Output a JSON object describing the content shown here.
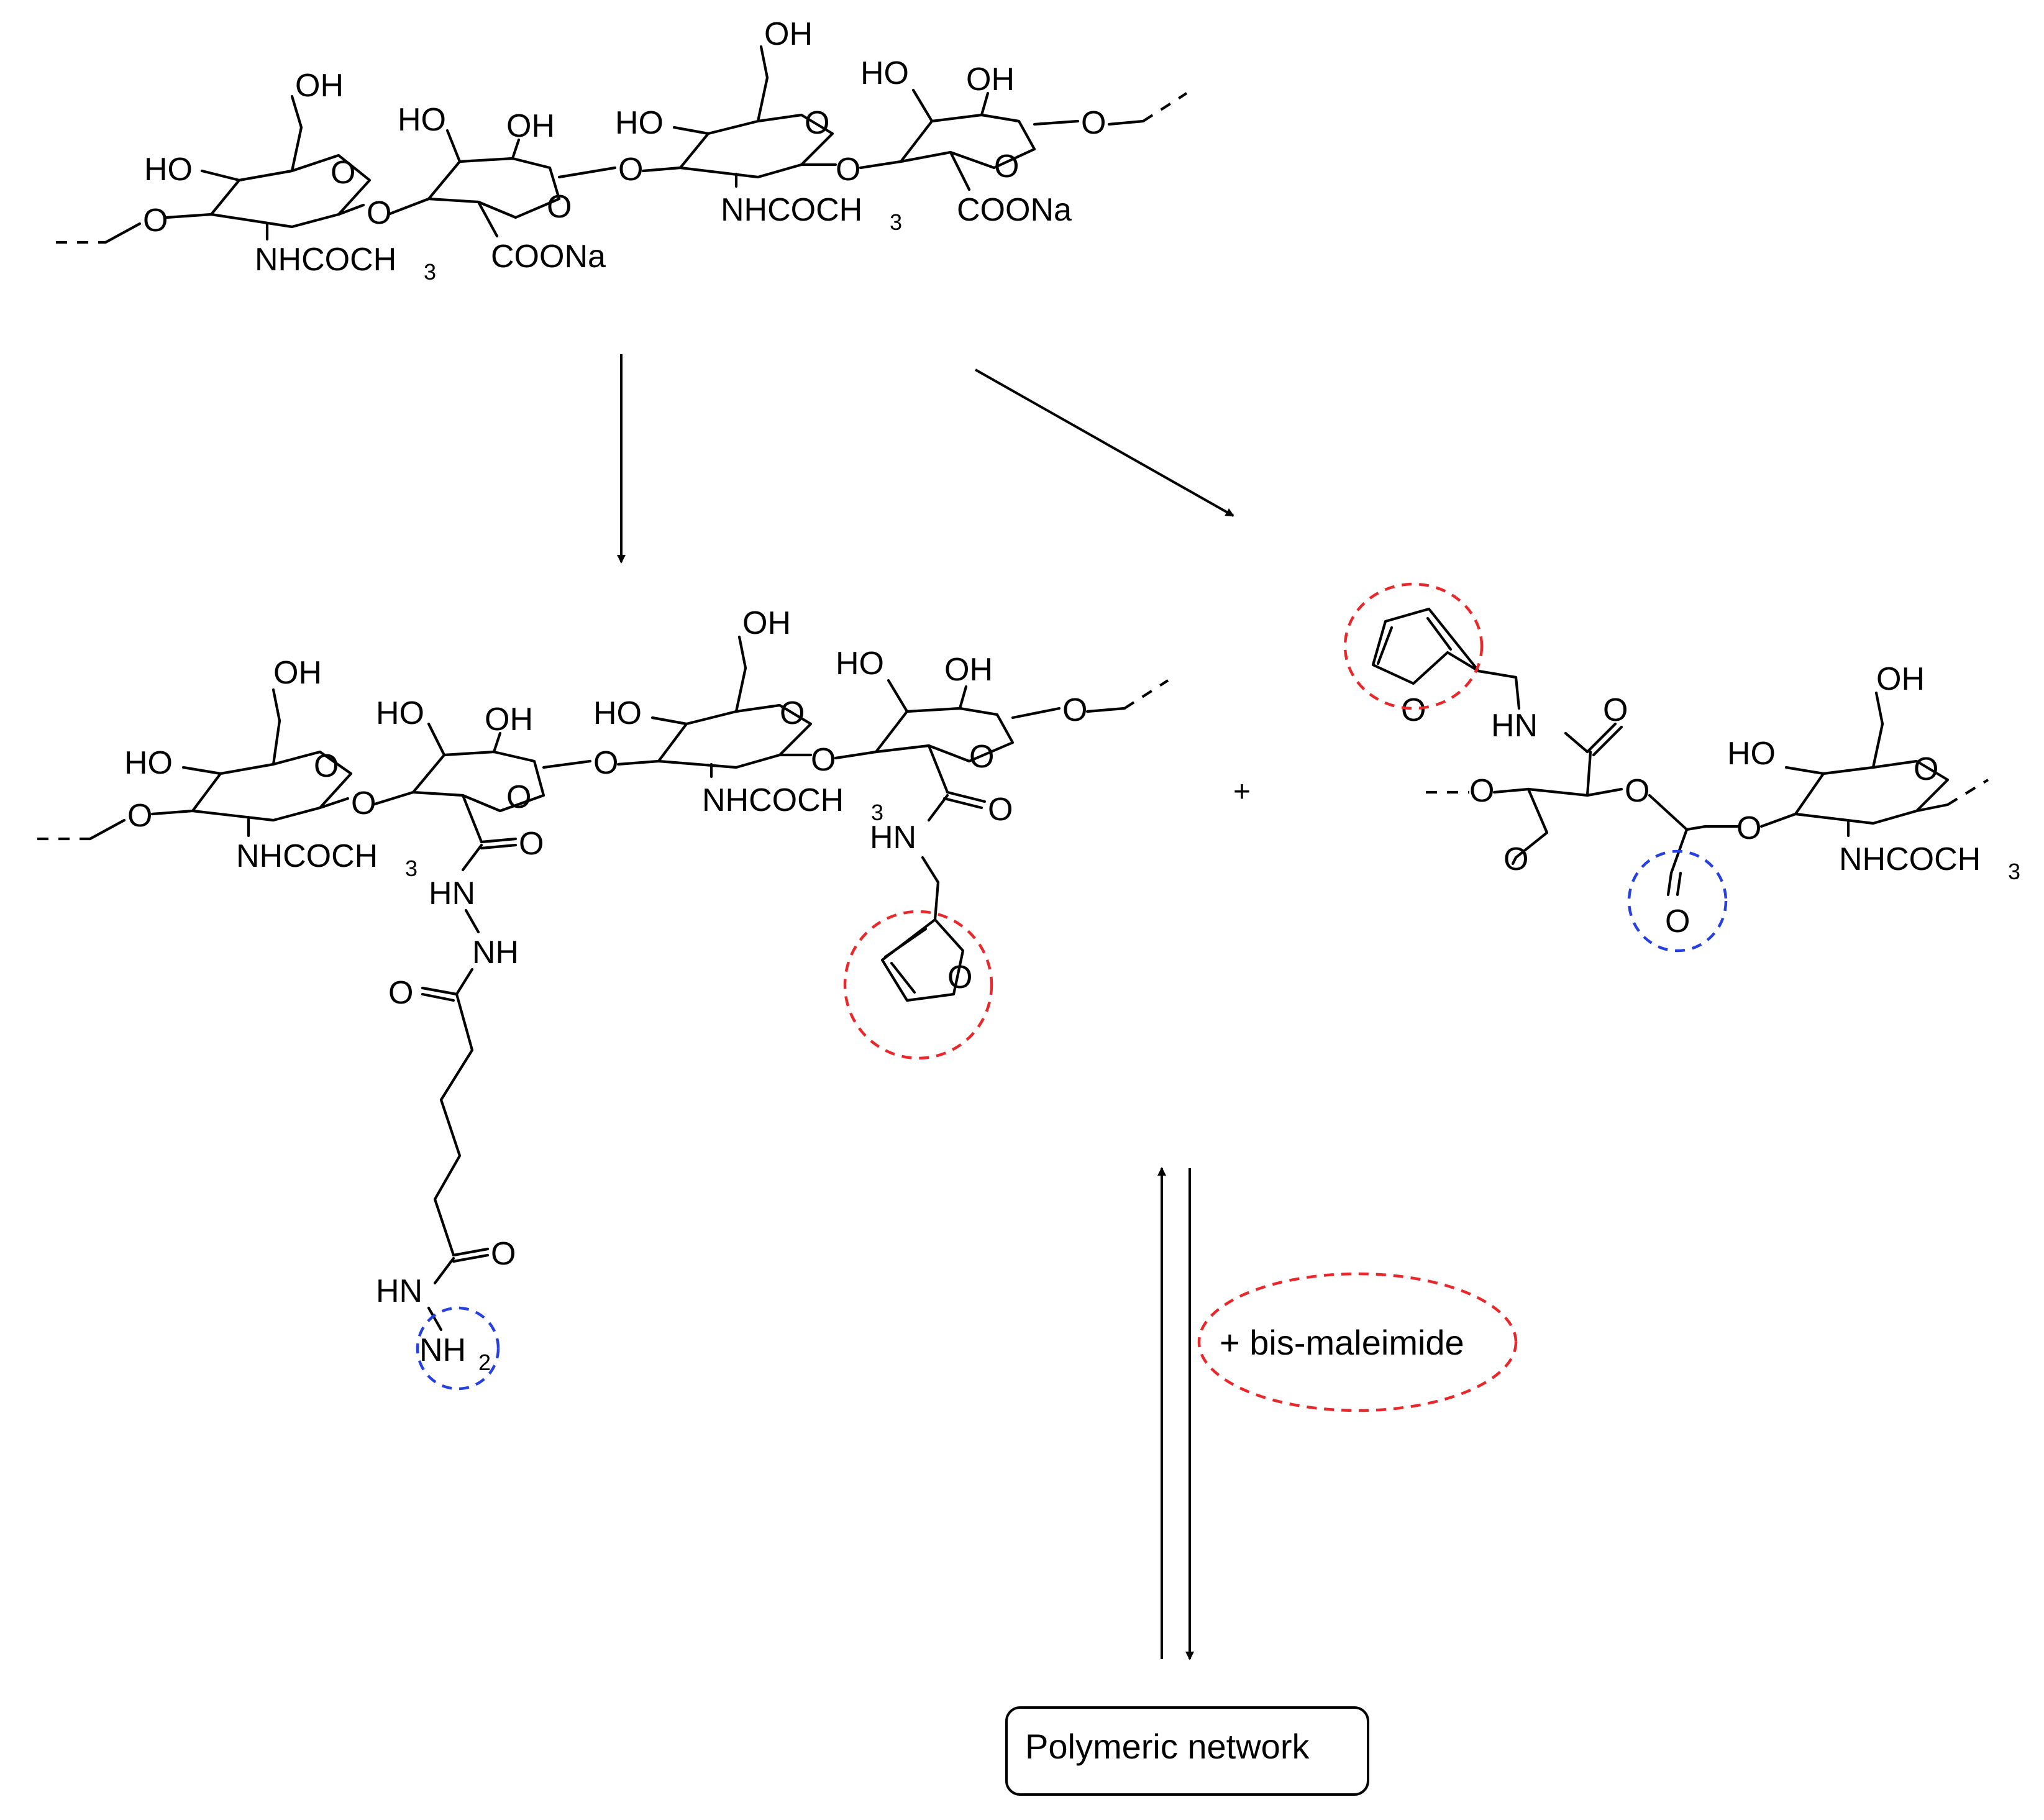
{
  "atoms": {
    "oh": "OH",
    "ho": "HO",
    "o": "O",
    "nh": "NH",
    "hn": "HN",
    "hn_hyphen": "HN",
    "nhcoch": "NHCOCH",
    "coona": "COONa",
    "sub3": "3",
    "sub2": "2"
  },
  "plus_sign": "+",
  "reagent_label": "+ bis-maleimide",
  "product_label": "Polymeric network",
  "colors": {
    "red_highlight": "#e8282b",
    "blue_highlight": "#2740e0"
  }
}
